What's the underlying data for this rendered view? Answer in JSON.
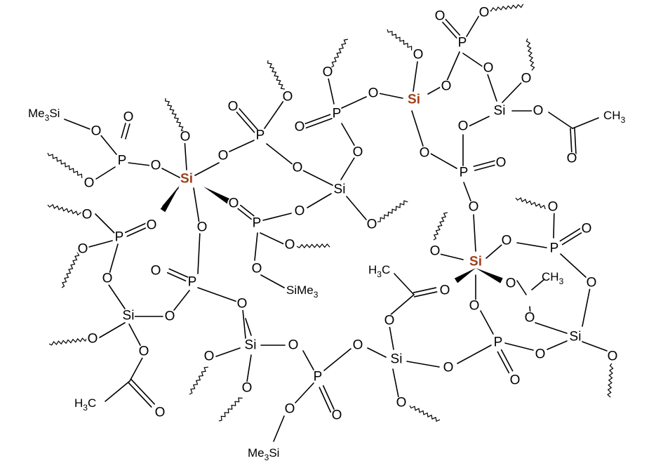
{
  "molecule": {
    "highlight_color": "#a0401a",
    "atoms": {
      "silicon": "Si",
      "phosphorus": "P",
      "oxygen": "O",
      "carbon": "C"
    },
    "groups": {
      "me3si_left": [
        "Me",
        "3",
        "Si"
      ],
      "me3si_bottom": [
        "Me",
        "3",
        "Si"
      ],
      "sime3_right": [
        "SiMe",
        "3"
      ],
      "methyl_h3c": [
        "H",
        "3",
        "C"
      ],
      "methyl_ch3": [
        "CH",
        "3"
      ]
    }
  }
}
